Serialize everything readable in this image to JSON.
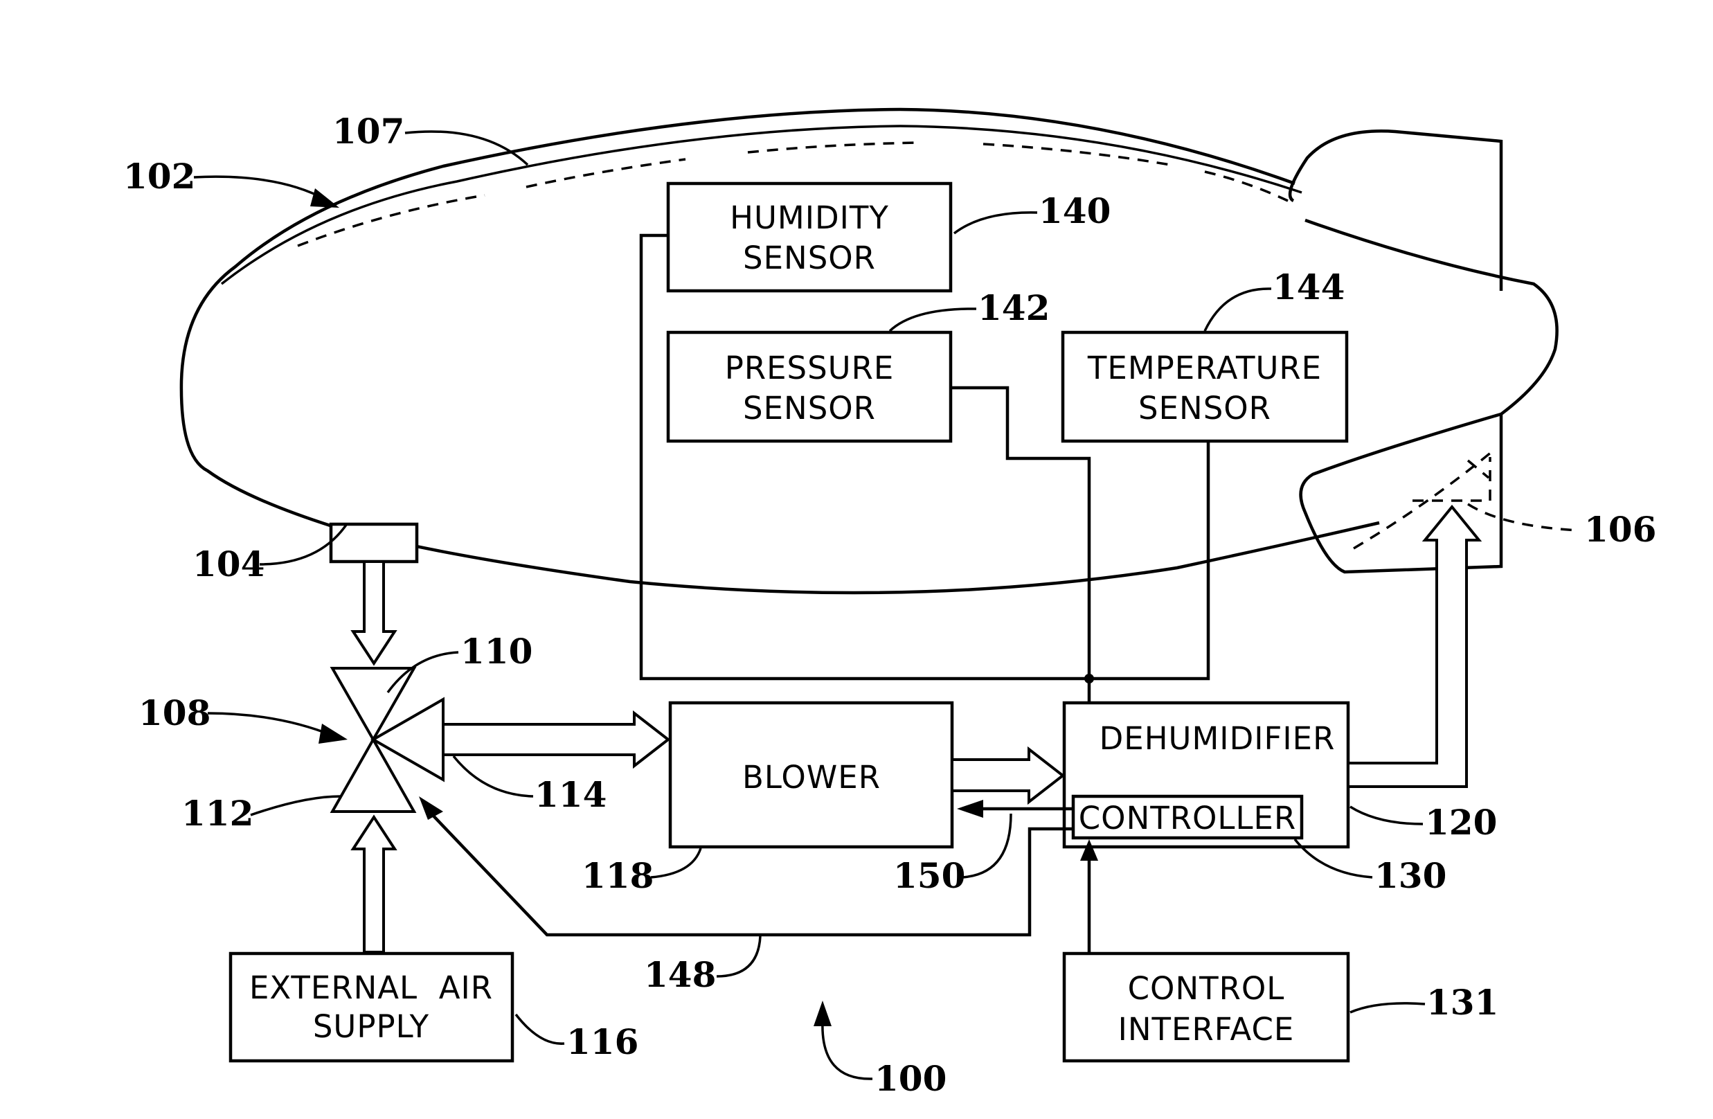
{
  "figure_ref": "100",
  "airship": {
    "envelope_ref": "102",
    "envelope_layer_ref": "107",
    "air_inlet_ref": "104",
    "ballonet_ref": "106"
  },
  "valve": {
    "assembly_ref": "108",
    "first_valve_ref": "110",
    "second_valve_ref": "112",
    "outlet_ref": "114"
  },
  "components": {
    "humidity_sensor": {
      "line1": "HUMIDITY",
      "line2": "SENSOR",
      "ref": "140"
    },
    "pressure_sensor": {
      "line1": "PRESSURE",
      "line2": "SENSOR",
      "ref": "142"
    },
    "temperature_sensor": {
      "line1": "TEMPERATURE",
      "line2": "SENSOR",
      "ref": "144"
    },
    "blower": {
      "label": "BLOWER",
      "ref": "118"
    },
    "dehumidifier": {
      "label": "DEHUMIDIFIER",
      "ref": "120"
    },
    "controller": {
      "label": "CONTROLLER",
      "ref": "130"
    },
    "external_air_supply": {
      "line1": "EXTERNAL  AIR",
      "line2": "SUPPLY",
      "ref": "116"
    },
    "control_interface": {
      "line1": "CONTROL",
      "line2": "INTERFACE",
      "ref": "131"
    }
  },
  "signals": {
    "valve_control_ref": "148",
    "blower_control_ref": "150"
  }
}
